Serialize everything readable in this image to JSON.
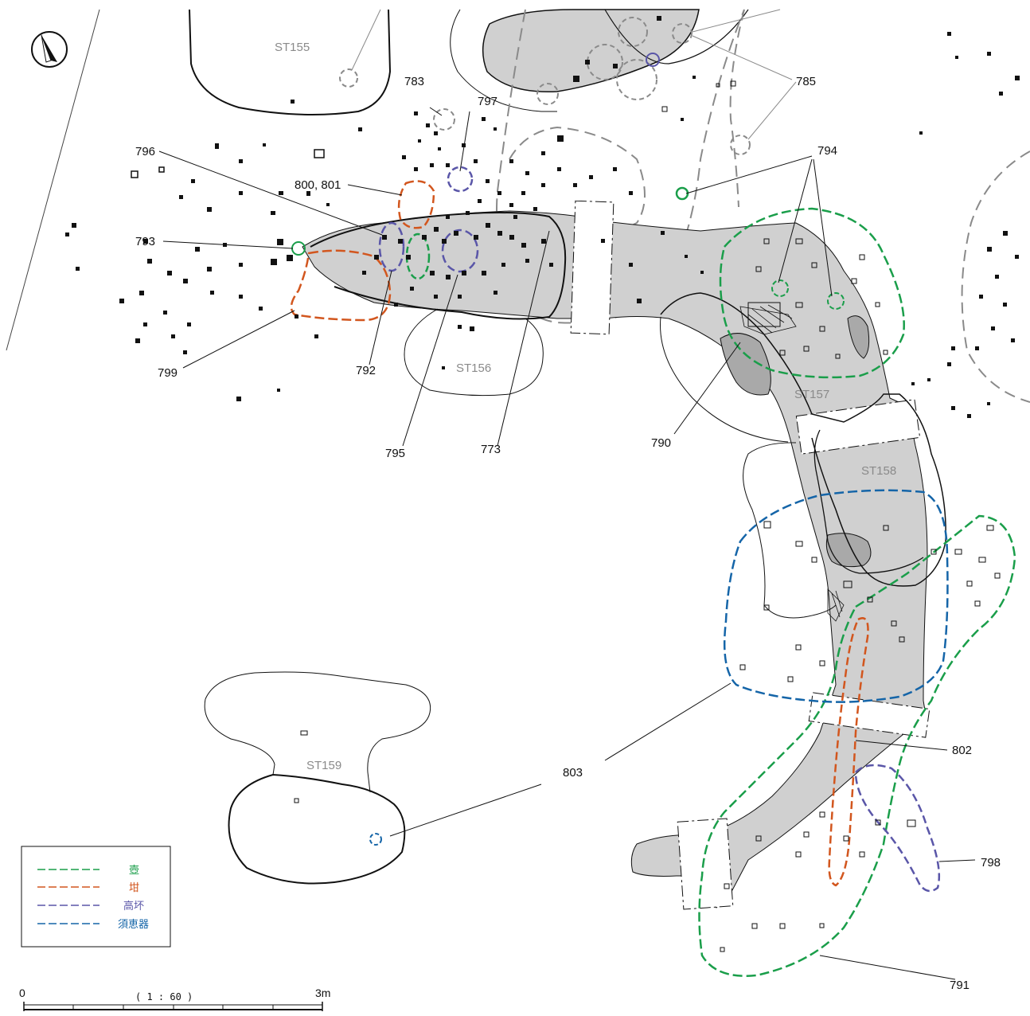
{
  "colors": {
    "tsubo": "#1a9e4a",
    "kan": "#d2561e",
    "takatsuki": "#5a56a8",
    "sueki": "#1565a8",
    "shade": "#d0d0d0",
    "dash_gray": "#8a8a8a"
  },
  "features": {
    "st155": "ST155",
    "st156": "ST156",
    "st157": "ST157",
    "st158": "ST158",
    "st159": "ST159"
  },
  "numbers": {
    "n773": "773",
    "n783": "783",
    "n785": "785",
    "n790": "790",
    "n791": "791",
    "n792": "792",
    "n793": "793",
    "n794": "794",
    "n795": "795",
    "n796": "796",
    "n797": "797",
    "n798": "798",
    "n799": "799",
    "n800_801": "800, 801",
    "n802": "802",
    "n803": "803"
  },
  "legend": {
    "items": [
      {
        "label": "壺",
        "color": "#1a9e4a"
      },
      {
        "label": "坩",
        "color": "#d2561e"
      },
      {
        "label": "高坏",
        "color": "#5a56a8"
      },
      {
        "label": "須恵器",
        "color": "#1565a8"
      }
    ]
  },
  "scale": {
    "start": "0",
    "end": "3m",
    "ratio": "( 1 : 60 )"
  },
  "north_arrow": "north-arrow-icon"
}
